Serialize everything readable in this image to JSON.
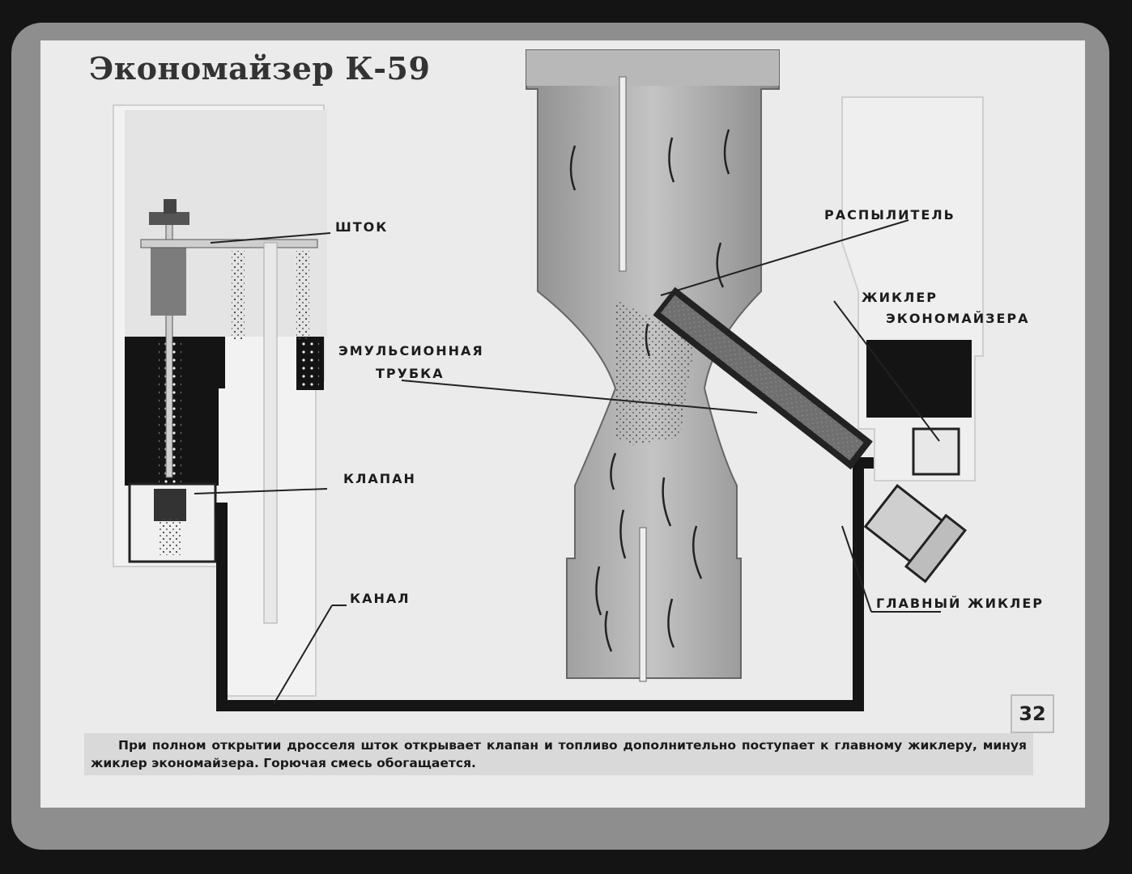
{
  "title": "Экономайзер К-59",
  "labels": {
    "shtok": "ШТОК",
    "raspylitel": "РАСПЫЛИТЕЛЬ",
    "zhikler_econ_1": "ЖИКЛЕР",
    "zhikler_econ_2": "ЭКОНОМАЙЗЕРА",
    "emulsion_1": "ЭМУЛЬСИОННАЯ",
    "emulsion_2": "ТРУБКА",
    "klapan": "КЛАПАН",
    "kanal": "КАНАЛ",
    "glavny_zhikler": "ГЛАВНЫЙ ЖИКЛЕР"
  },
  "page_number": "32",
  "caption": "При полном открытии дросселя шток открывает клапан и топливо дополнительно поступает к главному жиклеру, минуя жиклер экономайзера. Горючая смесь обогащается."
}
